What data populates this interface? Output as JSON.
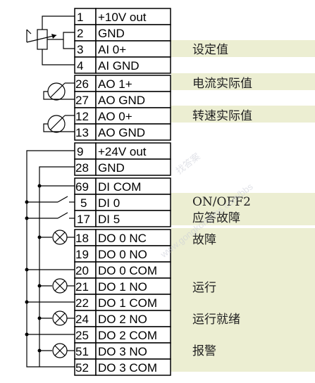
{
  "terminals": [
    {
      "no": "1",
      "name": "+10V out"
    },
    {
      "no": "2",
      "name": "GND"
    },
    {
      "no": "3",
      "name": "AI 0+"
    },
    {
      "no": "4",
      "name": "AI GND"
    },
    {
      "no": "26",
      "name": "AO 1+"
    },
    {
      "no": "27",
      "name": "AO GND"
    },
    {
      "no": "12",
      "name": "AO 0+"
    },
    {
      "no": "13",
      "name": "AO GND"
    },
    {
      "no": "9",
      "name": "+24V out"
    },
    {
      "no": "28",
      "name": "GND"
    },
    {
      "no": "69",
      "name": "DI COM"
    },
    {
      "no": "5",
      "name": "DI 0"
    },
    {
      "no": "17",
      "name": "DI 5"
    },
    {
      "no": "18",
      "name": "DO 0 NC"
    },
    {
      "no": "19",
      "name": "DO 0 NO"
    },
    {
      "no": "20",
      "name": "DO 0 COM"
    },
    {
      "no": "21",
      "name": "DO 1 NO"
    },
    {
      "no": "22",
      "name": "DO 1 COM"
    },
    {
      "no": "24",
      "name": "DO 2 NO"
    },
    {
      "no": "25",
      "name": "DO 2 COM"
    },
    {
      "no": "51",
      "name": "DO 3 NO"
    },
    {
      "no": "52",
      "name": "DO 3 COM"
    }
  ],
  "functions": [
    {
      "text": "设定值"
    },
    {
      "text": "电流实际值"
    },
    {
      "text": "转速实际值"
    },
    {
      "text": "ON/OFF2"
    },
    {
      "text": "应答故障"
    },
    {
      "text": "故障"
    },
    {
      "text": "运行"
    },
    {
      "text": "运行就绪"
    },
    {
      "text": "报警"
    }
  ],
  "watermark": {
    "line1": "找答案",
    "line2": "www.gongkongbbs.com/bbs"
  }
}
